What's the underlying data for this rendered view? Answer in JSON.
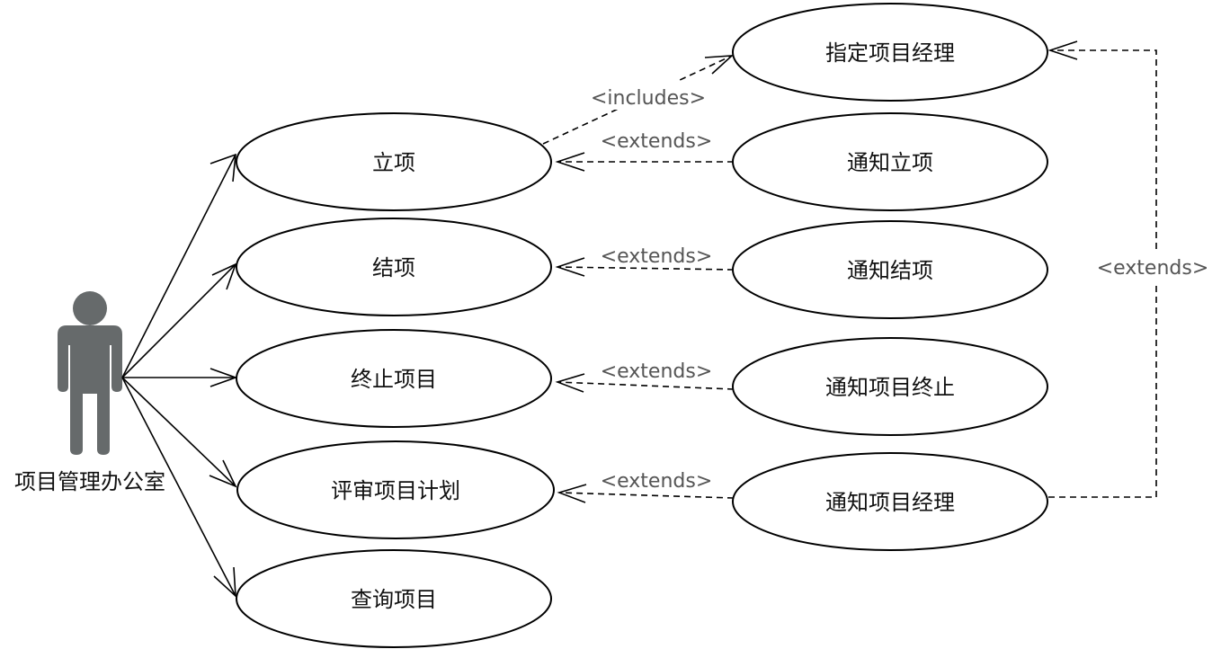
{
  "actor": {
    "label": "项目管理办公室"
  },
  "use_cases": {
    "lixiang": "立项",
    "jiexiang": "结项",
    "zhongzhi": "终止项目",
    "pingshen": "评审项目计划",
    "chaxun": "查询项目",
    "zhiding": "指定项目经理",
    "tongzhi_lixiang": "通知立项",
    "tongzhi_jiexiang": "通知结项",
    "tongzhi_zhongzhi": "通知项目终止",
    "tongzhi_jingli": "通知项目经理"
  },
  "relations": {
    "includes": "<includes>",
    "extends": "<extends>"
  }
}
